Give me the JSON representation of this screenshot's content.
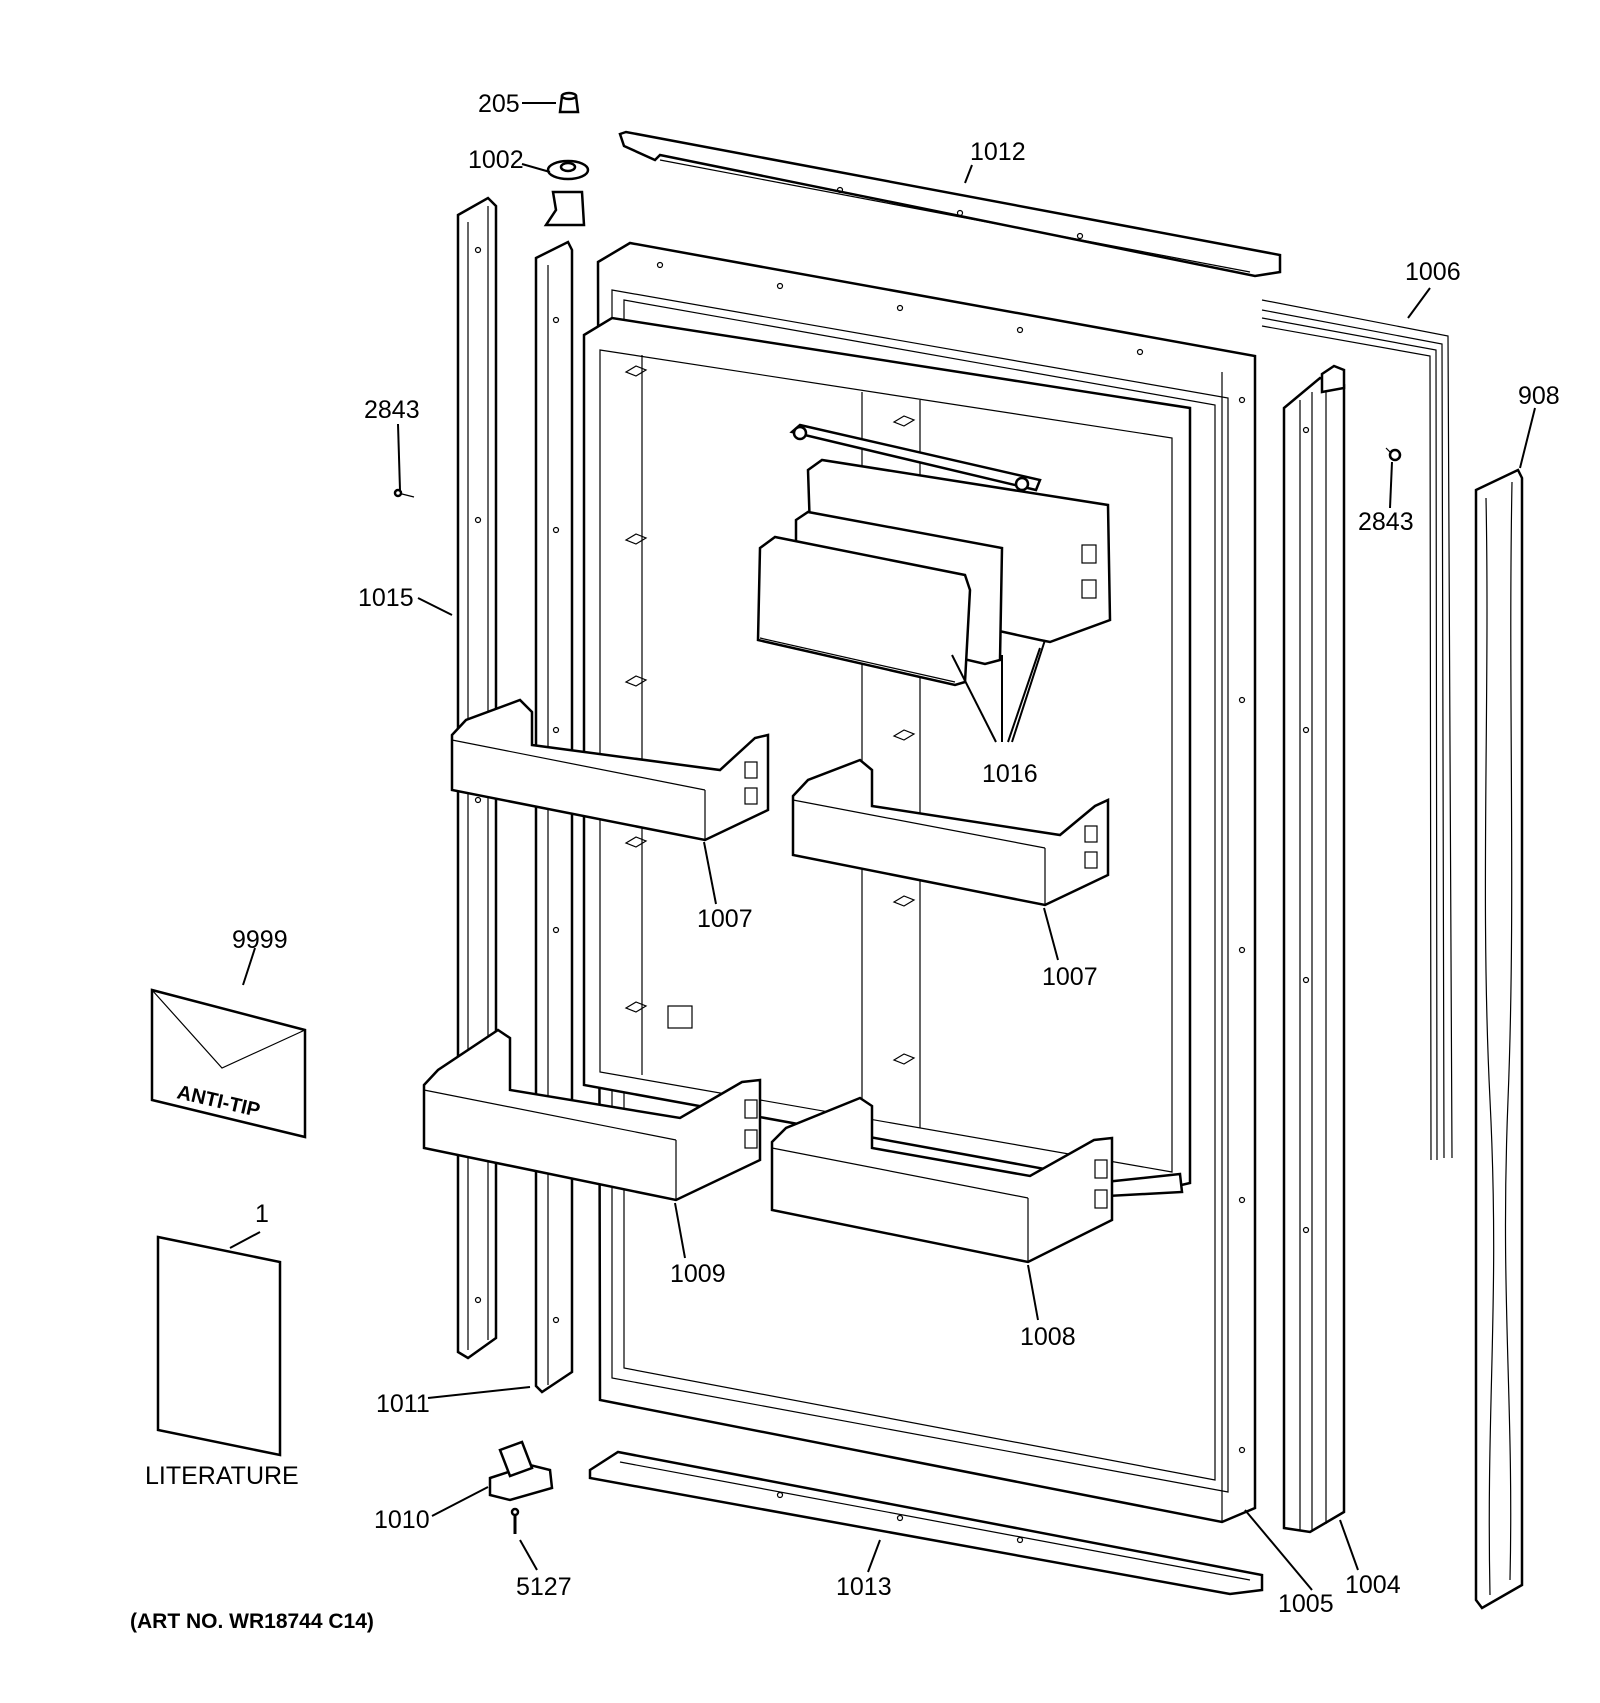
{
  "callouts": {
    "c205": "205",
    "c1002": "1002",
    "c1012": "1012",
    "c1006": "1006",
    "c908": "908",
    "c2843_left": "2843",
    "c2843_right": "2843",
    "c1015": "1015",
    "c1016": "1016",
    "c1007_left": "1007",
    "c1007_right": "1007",
    "c9999": "9999",
    "c1009": "1009",
    "c1008": "1008",
    "c1": "1",
    "c1011": "1011",
    "c1010": "1010",
    "c5127": "5127",
    "c1013": "1013",
    "c1005": "1005",
    "c1004": "1004"
  },
  "anti_tip_label": "ANTI-TIP",
  "literature_label": "LITERATURE",
  "art_number": "(ART NO. WR18744 C14)"
}
